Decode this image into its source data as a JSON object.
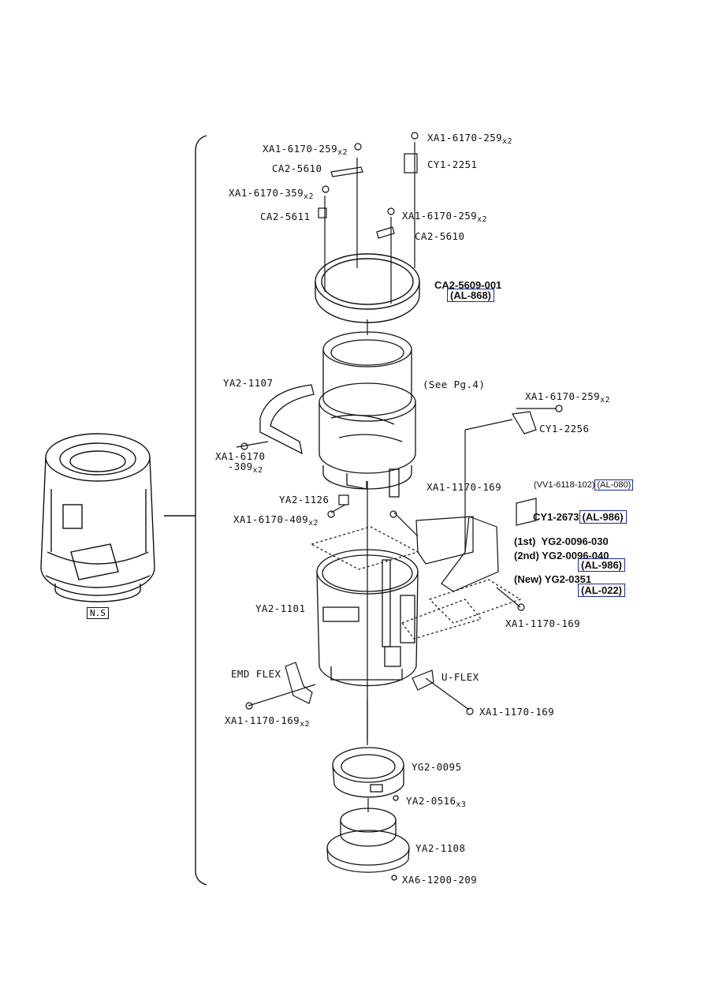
{
  "parts": {
    "screw_top_right": {
      "code": "XA1-6170-259",
      "qty": "x2"
    },
    "cy1_2251": "CY1-2251",
    "screw_top_left": {
      "code": "XA1-6170-259",
      "qty": "x2"
    },
    "ca2_5610_a": "CA2-5610",
    "screw_359": {
      "code": "XA1-6170-359",
      "qty": "x2"
    },
    "ca2_5611": "CA2-5611",
    "screw_mid": {
      "code": "XA1-6170-259",
      "qty": "x2"
    },
    "ca2_5610_b": "CA2-5610",
    "ca2_5609": {
      "code": "CA2-5609-001",
      "ref": "(AL-868)"
    },
    "ya2_1107": "YA2-1107",
    "see_pg": "(See Pg.4)",
    "screw_cy_2256": {
      "code": "XA1-6170-259",
      "qty": "x2"
    },
    "cy1_2256": "CY1-2256",
    "screw_309": {
      "code_line1": "XA1-6170",
      "code_line2": "-309",
      "qty": "x2"
    },
    "ya2_1126": "YA2-1126",
    "screw_409": {
      "code": "XA1-6170-409",
      "qty": "x2"
    },
    "screw_1170_a": "XA1-1170-169",
    "vv1": {
      "code": "(VV1-6118-102)",
      "ref": "(AL-080)"
    },
    "cy1_2673": {
      "code": "CY1-2673",
      "ref": "(AL-986)"
    },
    "yg2_1st": {
      "prefix": "(1st)",
      "code": "YG2-0096-030"
    },
    "yg2_2nd": {
      "prefix": "(2nd)",
      "code": "YG2-0096-040",
      "ref": "(AL-986)"
    },
    "yg2_new": {
      "prefix": "(New)",
      "code": "YG2-0351",
      "ref": "(AL-022)"
    },
    "ya2_1101": "YA2-1101",
    "screw_1170_b": "XA1-1170-169",
    "emd_flex": "EMD FLEX",
    "u_flex": "U-FLEX",
    "screw_1170_c": {
      "code": "XA1-1170-169",
      "qty": "x2"
    },
    "screw_1170_d": "XA1-1170-169",
    "yg2_0095": "YG2-0095",
    "ya2_0516": {
      "code": "YA2-0516",
      "qty": "x3"
    },
    "ya2_1108": "YA2-1108",
    "xa6": "XA6-1200-209",
    "ns": "N.S"
  },
  "colors": {
    "ink": "#111111",
    "ref_box": "#1a2a9a"
  }
}
